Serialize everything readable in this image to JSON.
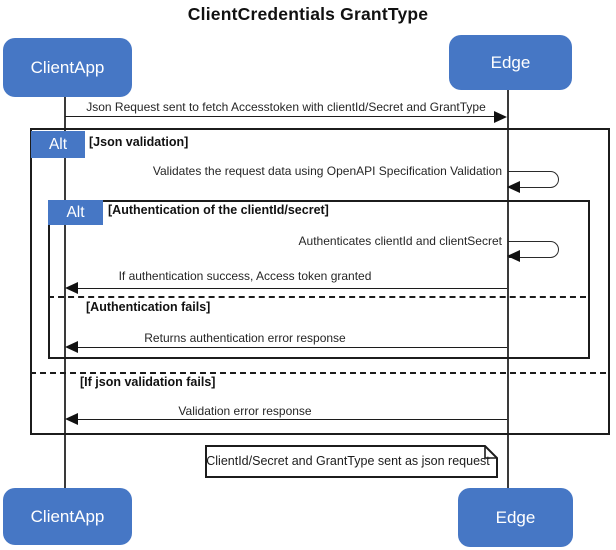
{
  "title": "ClientCredentials GrantType",
  "actors": {
    "client_top": "ClientApp",
    "edge_top": "Edge",
    "client_bottom": "ClientApp",
    "edge_bottom": "Edge"
  },
  "messages": {
    "json_request": "Json Request sent to fetch Accesstoken with clientId/Secret and GrantType",
    "validate_openapi": "Validates the request data using OpenAPI Specification Validation",
    "authenticate": "Authenticates clientId and clientSecret",
    "auth_success": "If authentication success, Access token granted",
    "auth_error": "Returns authentication error response",
    "validation_error": "Validation error response"
  },
  "frames": {
    "outer": {
      "label": "Alt",
      "guard_main": "[Json validation]",
      "guard_else": "[If json validation fails]"
    },
    "inner": {
      "label": "Alt",
      "guard_main": "[Authentication of the clientId/secret]",
      "guard_else": "[Authentication fails]"
    }
  },
  "note": {
    "text": "ClientId/Secret and GrantType sent as json request"
  },
  "colors": {
    "actor_fill": "#4677C5",
    "line": "#1c1c1c"
  }
}
